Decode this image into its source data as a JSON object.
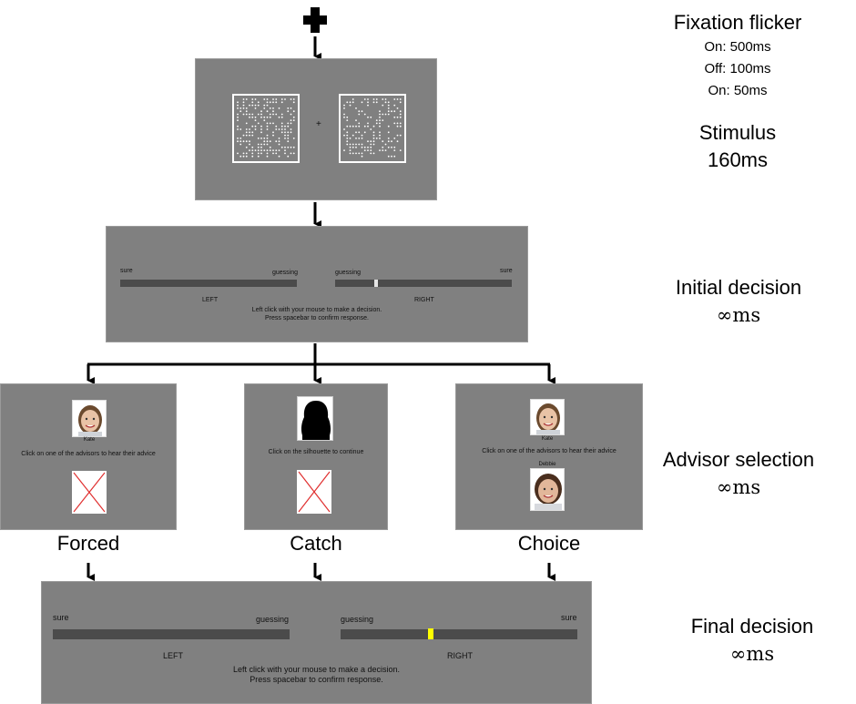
{
  "timings": {
    "fixation": {
      "title": "Fixation flicker",
      "lines": [
        "On: 500ms",
        "Off: 100ms",
        "On:  50ms"
      ]
    },
    "stimulus": {
      "title": "Stimulus",
      "duration": "160ms"
    },
    "initial": {
      "title": "Initial decision",
      "duration": "∞ms"
    },
    "advisor": {
      "title": "Advisor selection",
      "duration": "∞ms"
    },
    "final": {
      "title": "Final decision",
      "duration": "∞ms"
    }
  },
  "stimulus_screen": {
    "fixation_symbol": "+"
  },
  "initial_screen": {
    "left_end": "sure",
    "left_mid": "guessing",
    "right_mid": "guessing",
    "right_end": "sure",
    "left_label": "LEFT",
    "right_label": "RIGHT",
    "instruction_1": "Left click with your mouse to make a decision.",
    "instruction_2": "Press spacebar to confirm response.",
    "marker_position": 0.22
  },
  "advisor_screens": {
    "forced": {
      "label": "Forced",
      "advisor_name": "Kate",
      "instruction": "Click on one of the advisors to hear their advice"
    },
    "catch": {
      "label": "Catch",
      "instruction": "Click on the silhouette to continue"
    },
    "choice": {
      "label": "Choice",
      "advisor_name_1": "Kate",
      "advisor_name_2": "Debbie",
      "instruction": "Click on one of the advisors to hear their advice"
    }
  },
  "final_screen": {
    "left_end": "sure",
    "left_mid": "guessing",
    "right_mid": "guessing",
    "right_end": "sure",
    "left_label": "LEFT",
    "right_label": "RIGHT",
    "instruction_1": "Left click with your mouse to make a decision.",
    "instruction_2": "Press spacebar to confirm response.",
    "marker_position": 0.37,
    "marker_color": "#ffff00"
  }
}
